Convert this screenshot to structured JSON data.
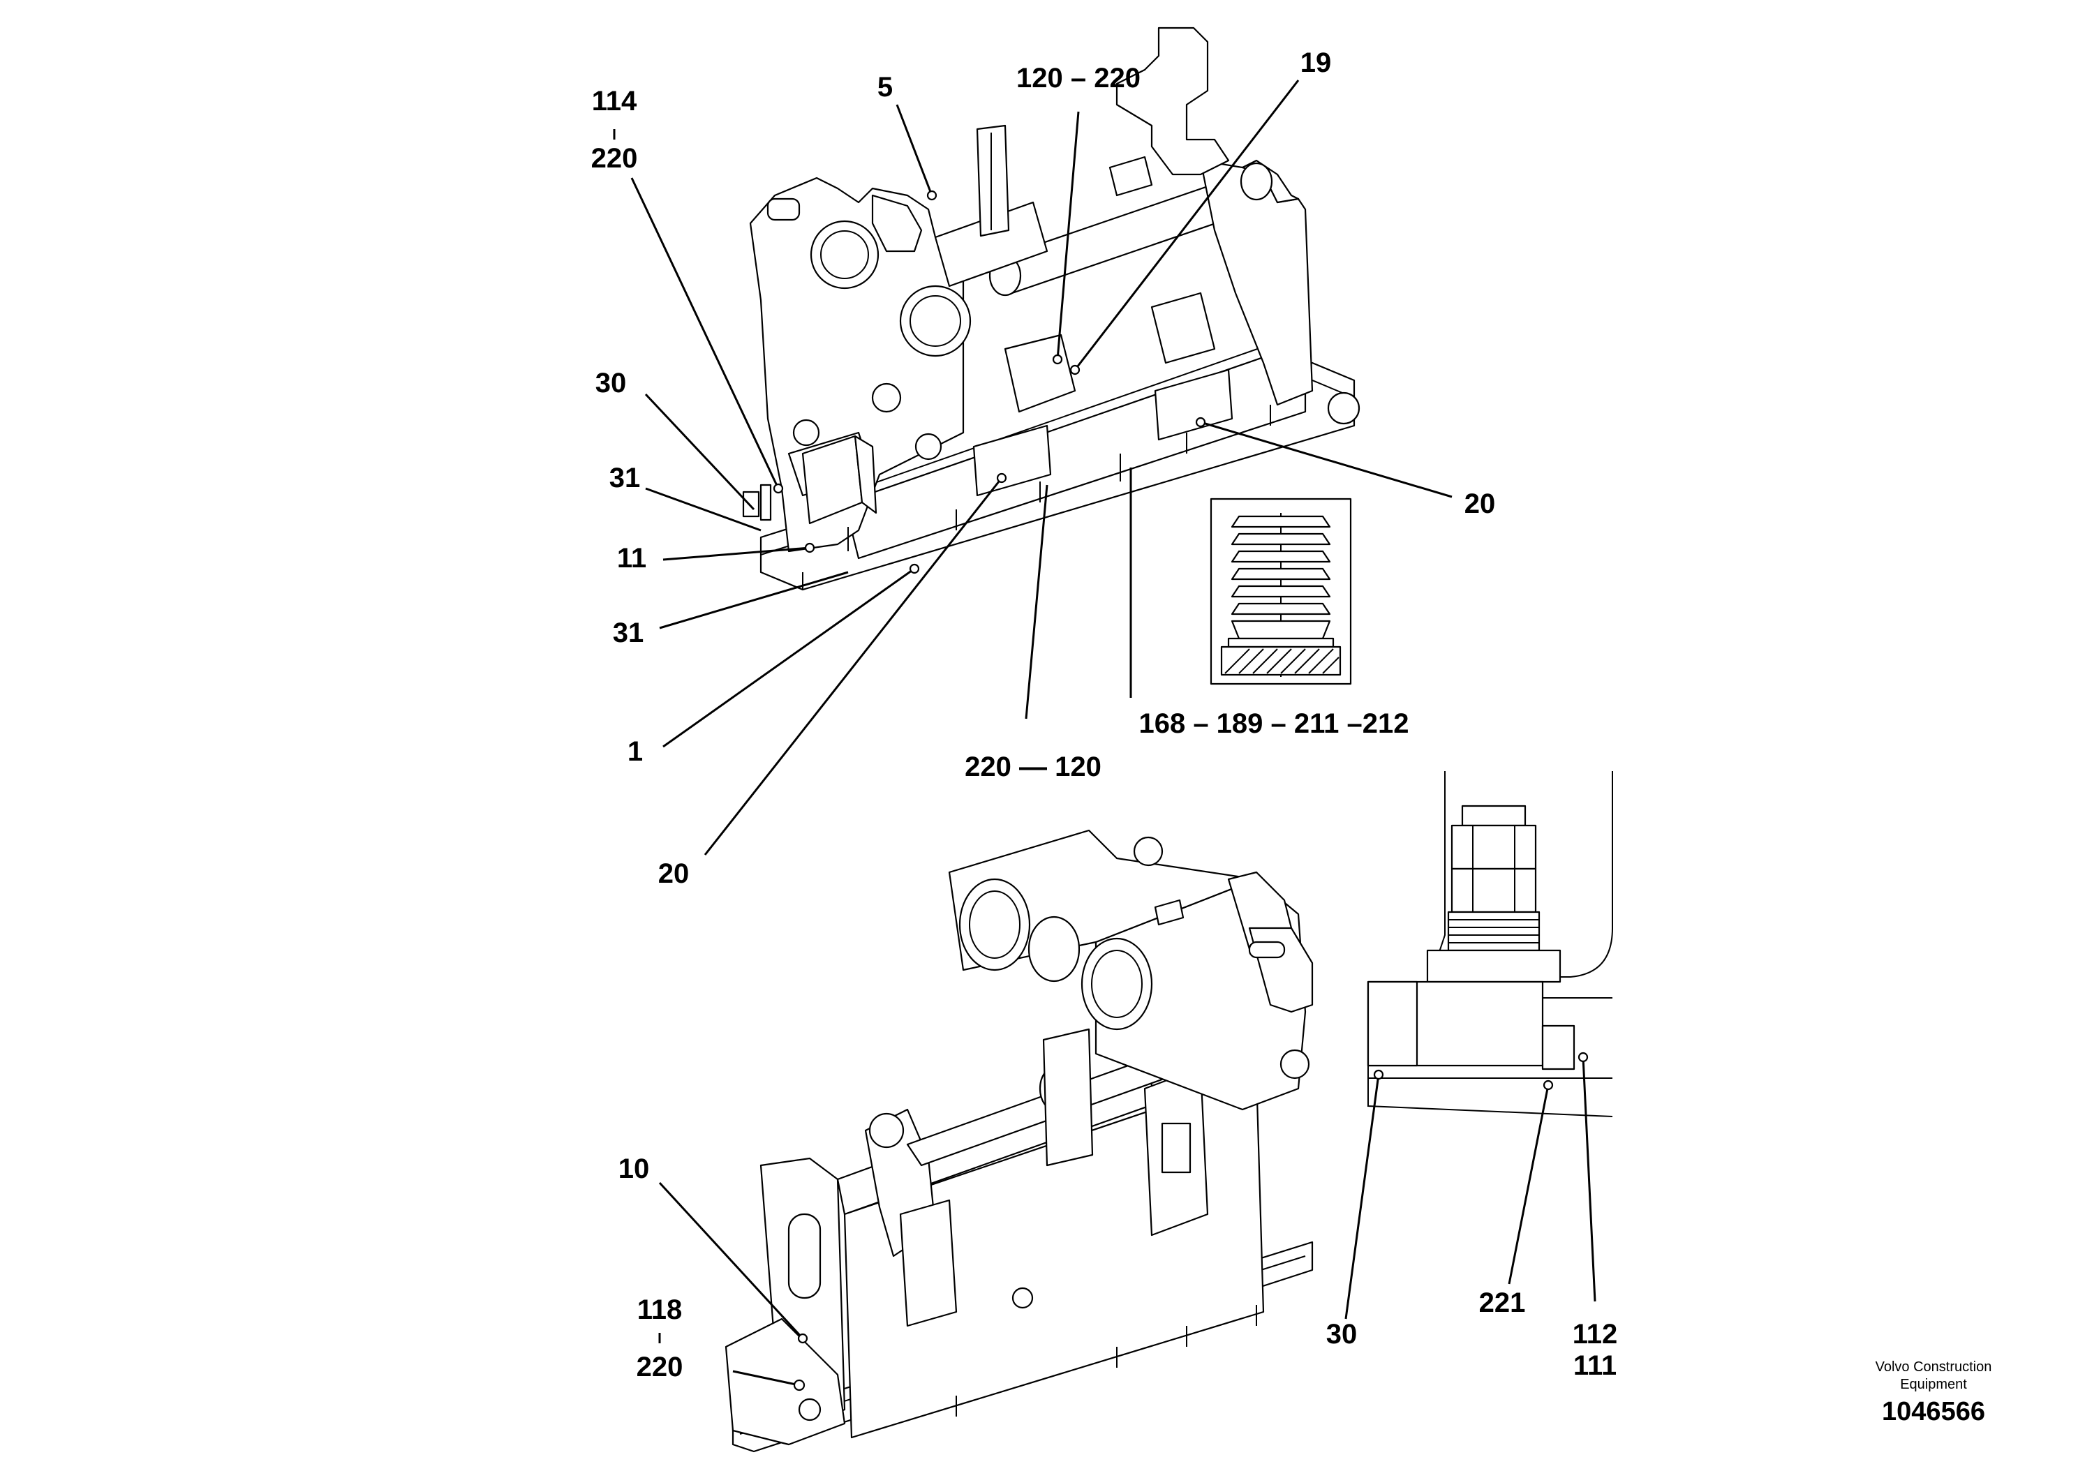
{
  "labels": {
    "l114_220_a": "114",
    "l114_220_b": "220",
    "l5": "5",
    "l120_220": "120 – 220",
    "l19": "19",
    "l30_top": "30",
    "l31_a": "31",
    "l11": "11",
    "l31_b": "31",
    "l1": "1",
    "l20_left": "20",
    "l20_right": "20",
    "l220_120": "220 — 120",
    "l168": "168 – 189 – 211 –212",
    "l10": "10",
    "l118_220_a": "118",
    "l118_220_b": "220",
    "l30_detail": "30",
    "l221": "221",
    "l112": "112",
    "l111": "111"
  },
  "footer": {
    "brand_line1": "Volvo Construction",
    "brand_line2": "Equipment",
    "doc_number": "1046566"
  }
}
